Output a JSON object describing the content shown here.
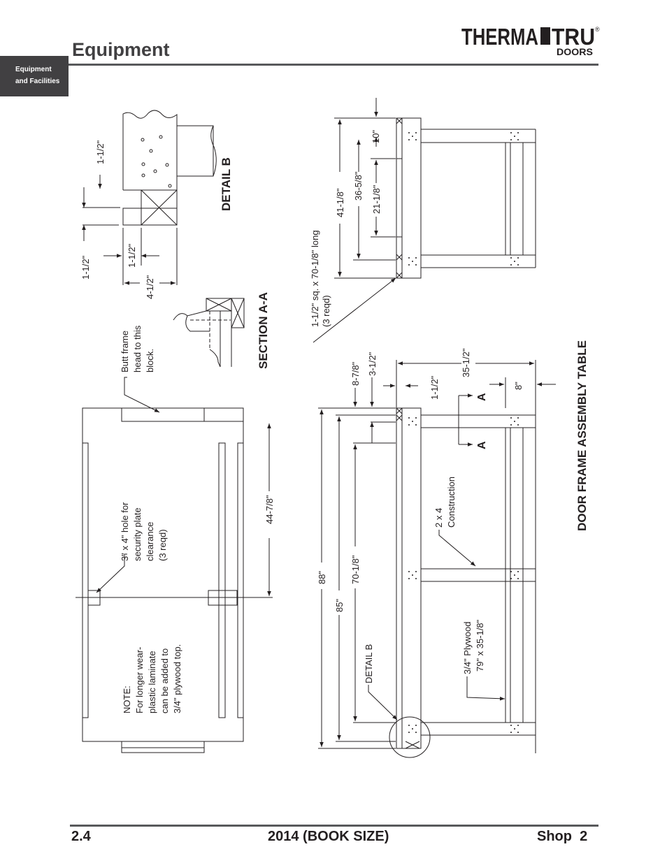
{
  "header": {
    "title": "Equipment",
    "tab_line1": "Equipment",
    "tab_line2": "and Facilities",
    "logo_main": "THERMA",
    "logo_second": "TRU",
    "logo_sub": "DOORS",
    "logo_mark": "®"
  },
  "drawing": {
    "detail_b_title": "DETAIL B",
    "section_aa_title": "SECTION A-A",
    "table_title": "DOOR FRAME ASSEMBLY TABLE",
    "dims": {
      "d_1_5_top": "1-1/2\"",
      "d_1_5_left": "1-1/2\"",
      "d_1_5_mid": "1-1/2\"",
      "d_4_5": "4-1/2\"",
      "d_44_7_8": "44-7/8\"",
      "d_10": "10\"",
      "d_41_1_8": "41-1/8\"",
      "d_36_5_8": "36-5/8\"",
      "d_21_1_8": "21-1/8\"",
      "d_8_7_8": "8-7/8\"",
      "d_3_5": "3-1/2\"",
      "d_35_5": "35-1/2\"",
      "d_1_5_table": "1-1/2\"",
      "d_8": "8\"",
      "d_88": "88\"",
      "d_85": "85\"",
      "d_70_1_8": "70-1/8\""
    },
    "notes": {
      "butt_l1": "Butt frame",
      "butt_l2": "head to this",
      "butt_l3": "block.",
      "hole_l1": "3\" x 4\" hole for",
      "hole_l2": "security plate",
      "hole_l3": "clearance",
      "hole_l4": "(3 reqd)",
      "note_l1": "NOTE:",
      "note_l2": "For longer wear-",
      "note_l3": "plastic laminate",
      "note_l4": "can be added to",
      "note_l5": "3/4\" plywood top.",
      "sq_l1": "1-1/2\" sq. x 70-1/8\" long",
      "sq_l2": "(3 reqd)",
      "const_l1": "2 x 4",
      "const_l2": "Construction",
      "ply_l1": "3/4\" Plywood",
      "ply_l2": "79\" x 35-1/8\"",
      "detail_b_ref": "DETAIL B",
      "section_a": "A"
    }
  },
  "footer": {
    "page_number": "2.4",
    "edition": "2014 (BOOK SIZE)",
    "section": "Shop  2"
  }
}
